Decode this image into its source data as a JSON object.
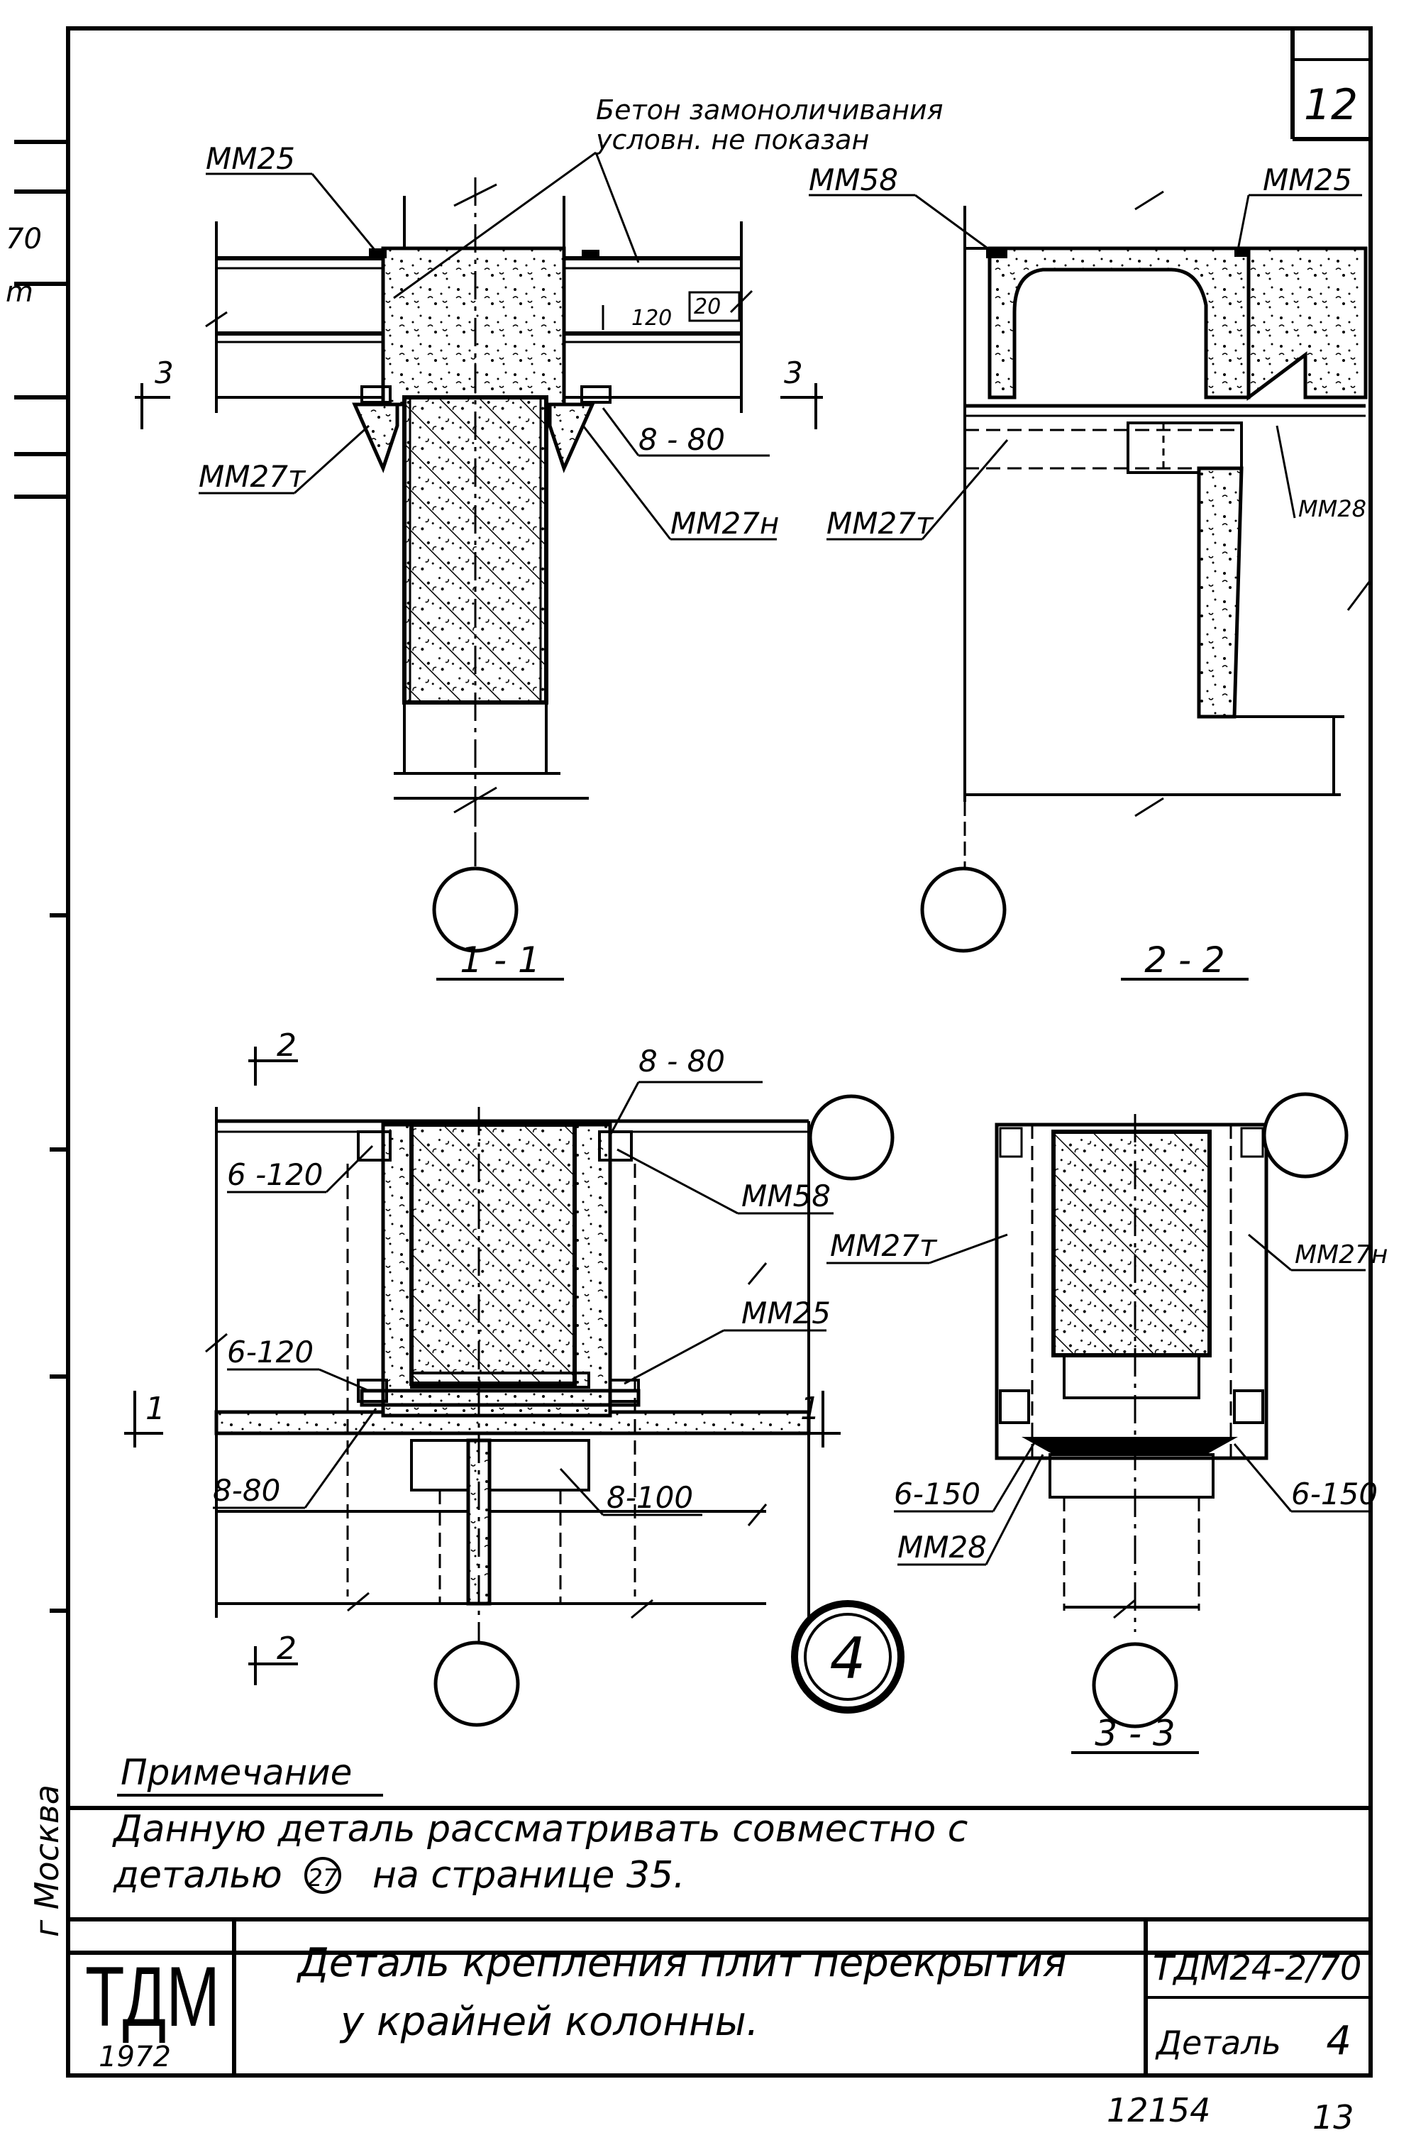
{
  "sheet": {
    "page_number": "12",
    "margin_marks": [
      "70",
      "m"
    ],
    "city": "г Москва"
  },
  "drawing": {
    "callouts": {
      "concrete_note_line1": "Бетон замоноличивания",
      "concrete_note_line2": "условн. не показан",
      "mm25_top": "ММ25",
      "mm58_top": "ММ58",
      "mm25_top_right": "ММ25",
      "mm27t_left": "ММ27т",
      "mm27n_left": "ММ27н",
      "weld_8_80_top": "8 - 80",
      "dim_120": "120",
      "dim_20": "20",
      "cut_3_left": "3",
      "cut_3_right": "3",
      "mm27t_right": "ММ27т",
      "mm28_right": "ММ28",
      "weld_8_80_plan": "8 - 80",
      "weld_6_120_upper": "6 -120",
      "mm58_plan": "ММ58",
      "mm25_plan": "ММ25",
      "weld_6_120_lower": "6-120",
      "weld_8_80_lower": "8-80",
      "weld_8_100": "8-100",
      "cut_1_left": "1",
      "cut_1_right": "1",
      "cut_2_top": "2",
      "cut_2_bottom": "2",
      "mm27t_33": "ММ27т",
      "mm27n_33": "ММ27н",
      "weld_6_150_left": "6-150",
      "weld_6_150_right": "6-150",
      "mm28_33": "ММ28"
    },
    "section_titles": {
      "s1": "1 - 1",
      "s2": "2 - 2",
      "s3": "3 - 3"
    },
    "detail_number": "4"
  },
  "note": {
    "heading": "Примечание",
    "line1": "Данную деталь рассматривать совместно с",
    "line2_before": "деталью",
    "line2_ref": "27",
    "line2_after": "на странице 35."
  },
  "title_block": {
    "logo": "ТДМ",
    "year": "1972",
    "title_line1": "Деталь крепления плит перекрытия",
    "title_line2": "у крайней колонны.",
    "series": "ТДМ24-2/70",
    "detail_label": "Деталь",
    "detail_no": "4"
  },
  "footer": {
    "archive_no": "12154",
    "page": "13"
  }
}
